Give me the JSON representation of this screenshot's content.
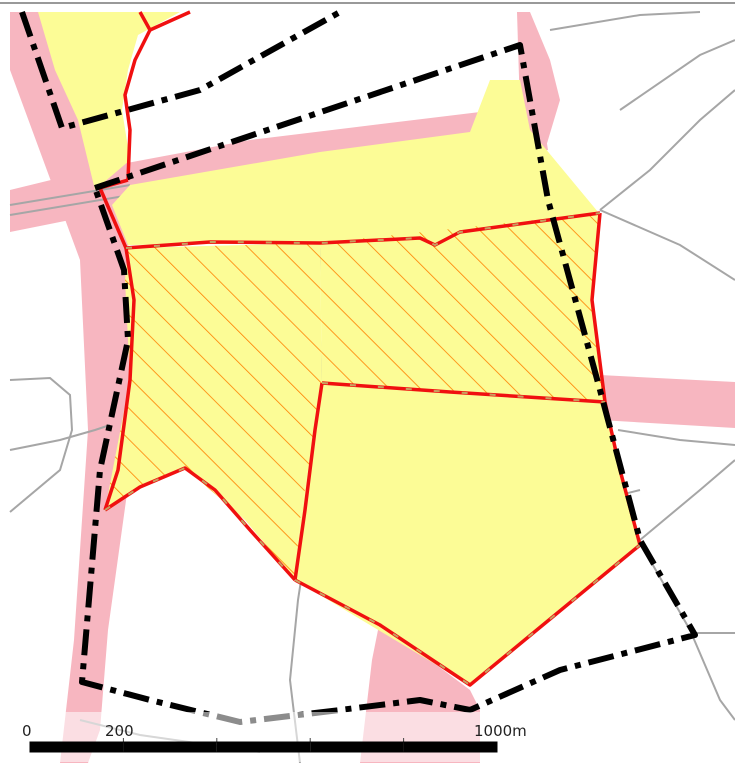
{
  "map": {
    "layers": [
      {
        "name": "road-buffer",
        "color": "#f7b6c0"
      },
      {
        "name": "designated-area",
        "color": "#fcfc96"
      },
      {
        "name": "hatched-area",
        "hatch_color": "#ff8000",
        "fill": "#fcfc96"
      },
      {
        "name": "area-boundary",
        "color": "#f01010",
        "style": "dashed"
      },
      {
        "name": "district-boundary",
        "color": "#000000",
        "style": "dash-dot"
      },
      {
        "name": "roads",
        "color": "#9a9a9a"
      }
    ],
    "scale_bar": {
      "labels": [
        {
          "text": "0",
          "value": 0
        },
        {
          "text": "200",
          "value": 200
        },
        {
          "text": "1000m",
          "value": 1000
        }
      ],
      "segments": 5,
      "colors": [
        "#000000",
        "#ffffff"
      ]
    }
  }
}
